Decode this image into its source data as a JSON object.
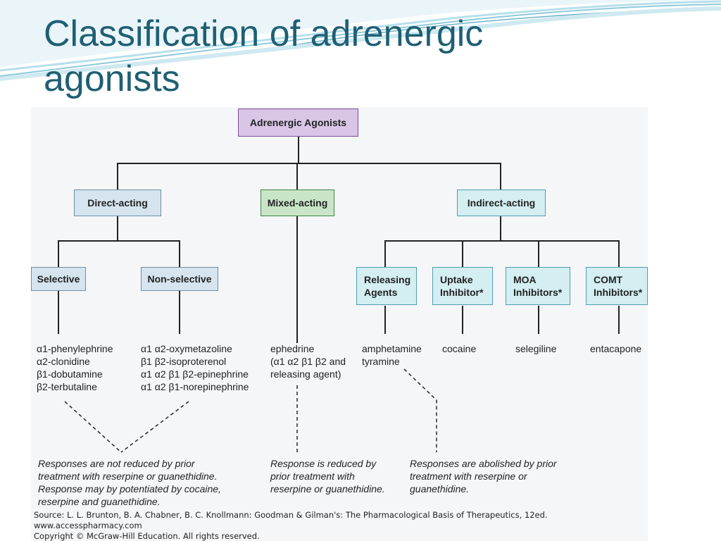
{
  "slide": {
    "title_line1": "Classification of adrenergic",
    "title_line2": "agonists"
  },
  "diagram": {
    "root": "Adrenergic Agonists",
    "level1": {
      "direct": "Direct-acting",
      "mixed": "Mixed-acting",
      "indirect": "Indirect-acting"
    },
    "level2": {
      "selective": "Selective",
      "nonselective": "Non-selective",
      "releasing": "Releasing\nAgents",
      "uptake": "Uptake\nInhibitor*",
      "moa": "MOA\nInhibitors*",
      "comt": "COMT\nInhibitors*"
    },
    "drugs": {
      "selective": [
        "α1-phenylephrine",
        "α2-clonidine",
        "β1-dobutamine",
        "β2-terbutaline"
      ],
      "nonselective": [
        "α1 α2-oxymetazoline",
        "β1 β2-isoproterenol",
        "α1 α2 β1 β2-epinephrine",
        "α1 α2 β1-norepinephrine"
      ],
      "mixed": [
        "ephedrine",
        "(α1 α2 β1 β2 and",
        "releasing agent)"
      ],
      "releasing": [
        "amphetamine",
        "tyramine"
      ],
      "uptake": [
        "cocaine"
      ],
      "moa": [
        "selegiline"
      ],
      "comt": [
        "entacapone"
      ]
    },
    "notes": {
      "direct": "Responses are not reduced by prior\ntreatment with reserpine or guanethidine.\nResponse may by potentiated by cocaine,\nreserpine and guanethidine.",
      "mixed": "Response is reduced by\nprior treatment with\nreserpine or guanethidine.",
      "indirect": "Responses are abolished by prior\ntreatment with reserpine or\nguanethidine."
    },
    "source": [
      "Source: L. L. Brunton, B. A. Chabner, B. C. Knollmann: Goodman & Gilman's: The Pharmacological Basis of Therapeutics, 12ed.",
      "www.accesspharmacy.com",
      "Copyright © McGraw-Hill Education.  All rights reserved."
    ]
  },
  "colors": {
    "title": "#1f5f73",
    "root_box": "#d9c5e6",
    "direct_box": "#d5e4ee",
    "mixed_box": "#c9e5c7",
    "indirect_box": "#d4eef2"
  }
}
